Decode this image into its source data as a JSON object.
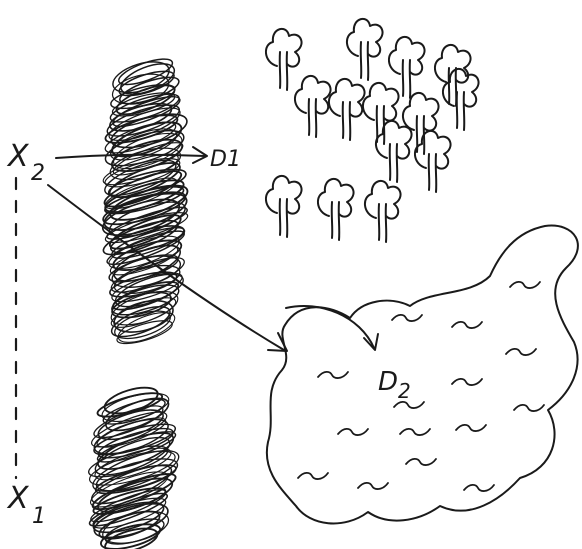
{
  "labels": {
    "x2": "X",
    "x2_sub": "2",
    "x1": "X",
    "x1_sub": "1",
    "d1": "D1",
    "d2": "D",
    "d2_sub": "2"
  },
  "colors": {
    "ink": "#1a1a1a",
    "background": "#ffffff"
  }
}
